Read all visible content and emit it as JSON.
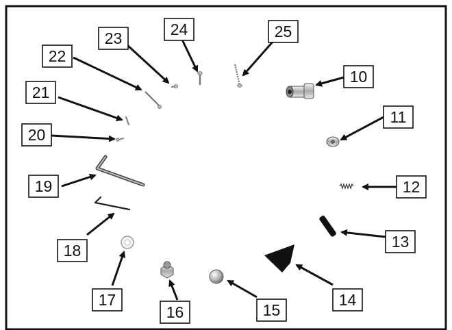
{
  "parts": [
    {
      "id": "10",
      "label": "10",
      "name": "pin-body"
    },
    {
      "id": "11",
      "label": "11",
      "name": "retaining-nut"
    },
    {
      "id": "12",
      "label": "12",
      "name": "spring"
    },
    {
      "id": "13",
      "label": "13",
      "name": "rubber-pad"
    },
    {
      "id": "14",
      "label": "14",
      "name": "black-tab"
    },
    {
      "id": "15",
      "label": "15",
      "name": "dome-cap"
    },
    {
      "id": "16",
      "label": "16",
      "name": "hex-nut"
    },
    {
      "id": "17",
      "label": "17",
      "name": "washer"
    },
    {
      "id": "18",
      "label": "18",
      "name": "small-hex-key"
    },
    {
      "id": "19",
      "label": "19",
      "name": "hex-key"
    },
    {
      "id": "20",
      "label": "20",
      "name": "tiny-screw"
    },
    {
      "id": "21",
      "label": "21",
      "name": "small-pin"
    },
    {
      "id": "22",
      "label": "22",
      "name": "long-screw"
    },
    {
      "id": "23",
      "label": "23",
      "name": "short-screw"
    },
    {
      "id": "24",
      "label": "24",
      "name": "machine-screw"
    },
    {
      "id": "25",
      "label": "25",
      "name": "wood-screw"
    }
  ],
  "colors": {
    "frame": "#111111",
    "metal": "#c8c8c8",
    "black_part": "#111111"
  }
}
